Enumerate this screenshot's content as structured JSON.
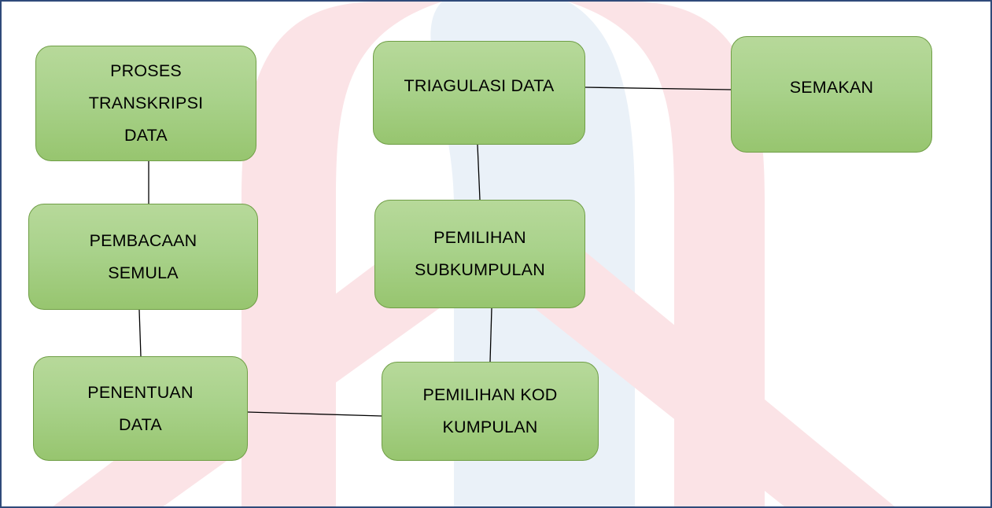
{
  "diagram": {
    "nodes": [
      {
        "id": "proses-transkripsi",
        "text": "PROSES\nTRANSKRIPSI\nDATA"
      },
      {
        "id": "pembacaan-semula",
        "text": "PEMBACAAN\nSEMULA"
      },
      {
        "id": "penentuan-data",
        "text": "PENENTUAN\nDATA"
      },
      {
        "id": "triagulasi-data",
        "text": "TRIAGULASI DATA"
      },
      {
        "id": "semakan",
        "text": "SEMAKAN"
      },
      {
        "id": "pemilihan-subkumpulan",
        "text": "PEMILIHAN\nSUBKUMPULAN"
      },
      {
        "id": "pemilihan-kod-kumpulan",
        "text": "PEMILIHAN KOD\nKUMPULAN"
      }
    ],
    "edges": [
      {
        "from": "proses-transkripsi",
        "to": "pembacaan-semula"
      },
      {
        "from": "pembacaan-semula",
        "to": "penentuan-data"
      },
      {
        "from": "penentuan-data",
        "to": "pemilihan-kod-kumpulan"
      },
      {
        "from": "pemilihan-kod-kumpulan",
        "to": "pemilihan-subkumpulan"
      },
      {
        "from": "pemilihan-subkumpulan",
        "to": "triagulasi-data"
      },
      {
        "from": "triagulasi-data",
        "to": "semakan"
      }
    ]
  },
  "colors": {
    "node_fill": "#a9d28b",
    "node_border": "#6f9e45",
    "frame_border": "#2f4a7a",
    "watermark_red": "#fbe3e6",
    "watermark_blue": "#eaf1f8"
  }
}
